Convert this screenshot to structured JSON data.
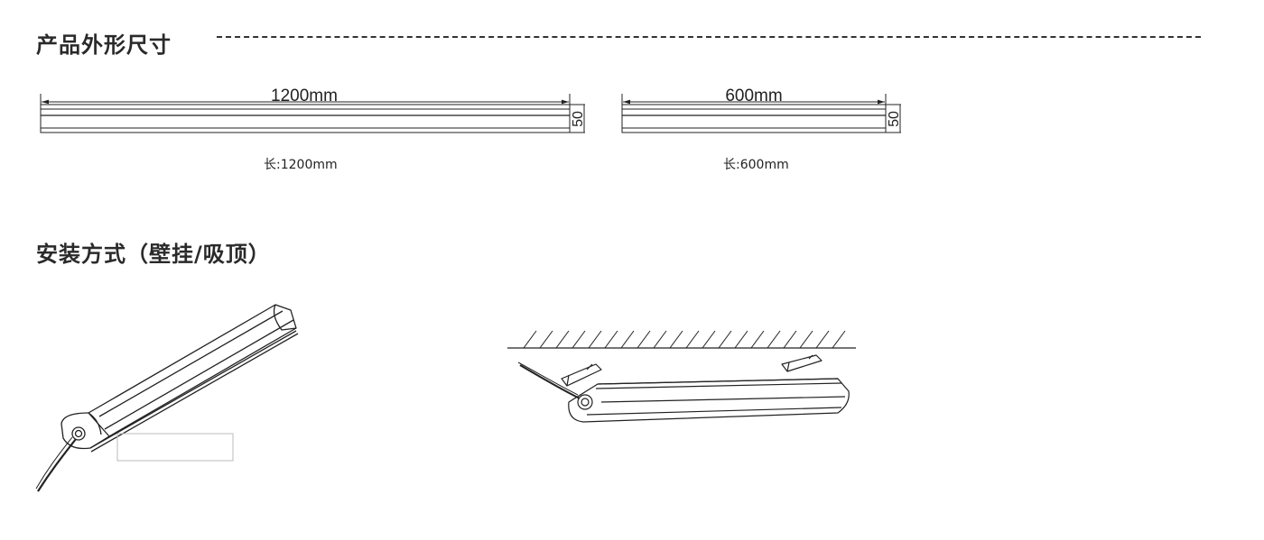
{
  "dimensions_section": {
    "title": "产品外形尺寸",
    "products": [
      {
        "length_mark": "1200mm",
        "height_mark": "50",
        "caption": "长:1200mm"
      },
      {
        "length_mark": "600mm",
        "height_mark": "50",
        "caption": "长:600mm"
      }
    ]
  },
  "installation_section": {
    "title": "安装方式（壁挂/吸顶）"
  }
}
